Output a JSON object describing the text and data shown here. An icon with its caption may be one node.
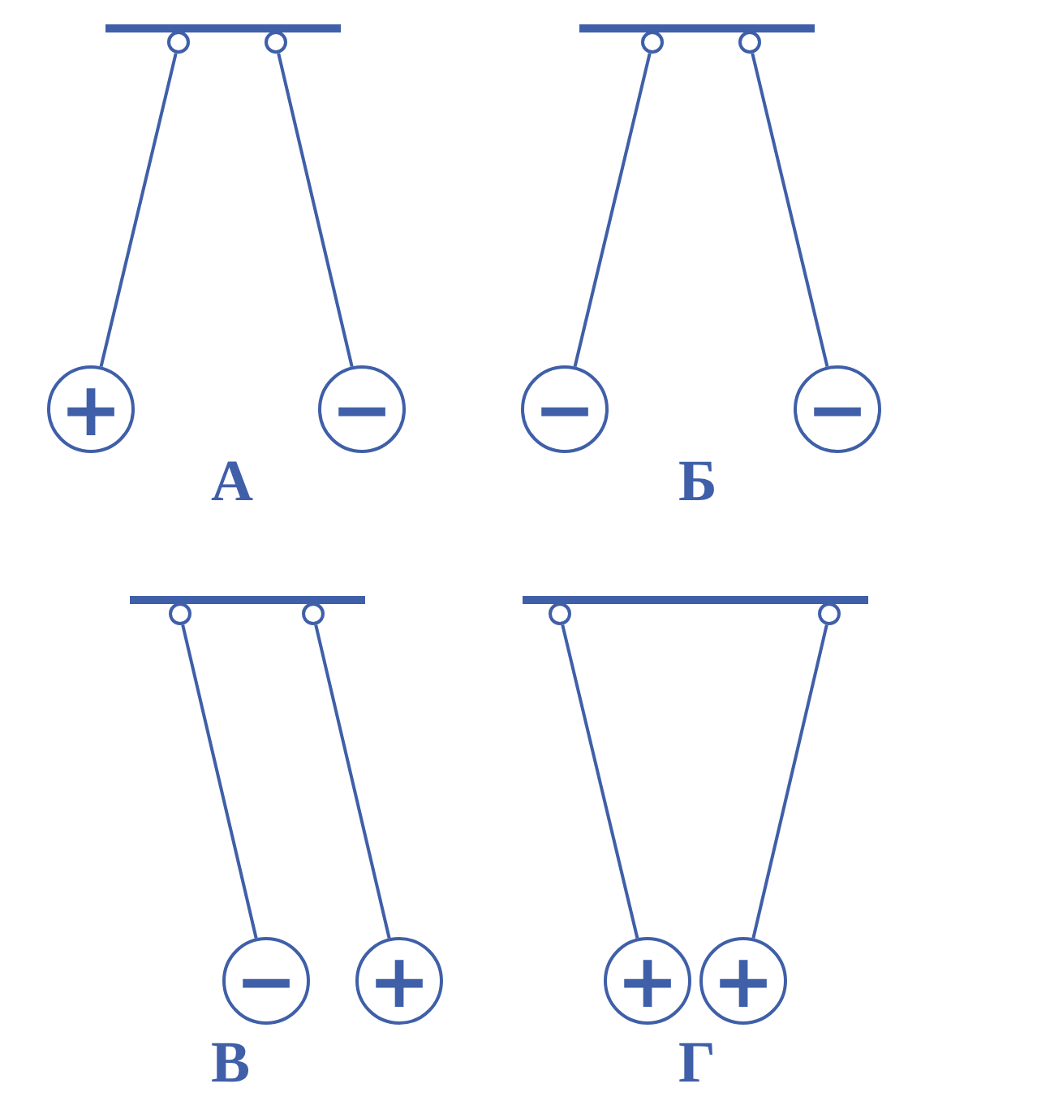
{
  "diagram": {
    "nodes": [
      {
        "text": [],
        "shape": "circle"
      },
      {
        "text": [],
        "shape": "circle"
      },
      {
        "text": [
          "+"
        ]
      },
      {
        "text": [
          "−"
        ]
      },
      {
        "text": [],
        "shape": "circle"
      },
      {
        "text": [],
        "shape": "circle"
      },
      {
        "text": [
          "−"
        ]
      },
      {
        "text": [
          "−"
        ]
      },
      {
        "text": [],
        "shape": "circle"
      },
      {
        "text": [],
        "shape": "circle"
      },
      {
        "text": [
          "−"
        ]
      },
      {
        "text": [
          "+"
        ]
      },
      {
        "text": [],
        "shape": "circle"
      },
      {
        "text": [],
        "shape": "circle"
      },
      {
        "text": [
          "+"
        ]
      },
      {
        "text": [
          "+"
        ]
      }
    ],
    "edges": [
      {
        "from": 0,
        "to": 2,
        "arrow": "none"
      },
      {
        "from": 1,
        "to": 3,
        "arrow": "none"
      },
      {
        "from": 4,
        "to": 6,
        "arrow": "none"
      },
      {
        "from": 5,
        "to": 7,
        "arrow": "none"
      },
      {
        "from": 8,
        "to": 10,
        "arrow": "none"
      },
      {
        "from": 9,
        "to": 11,
        "arrow": "none"
      },
      {
        "from": 12,
        "to": 14,
        "arrow": "none"
      },
      {
        "from": 13,
        "to": 15,
        "arrow": "none"
      }
    ],
    "labels": [
      "А",
      "Б",
      "В",
      "Г"
    ]
  }
}
